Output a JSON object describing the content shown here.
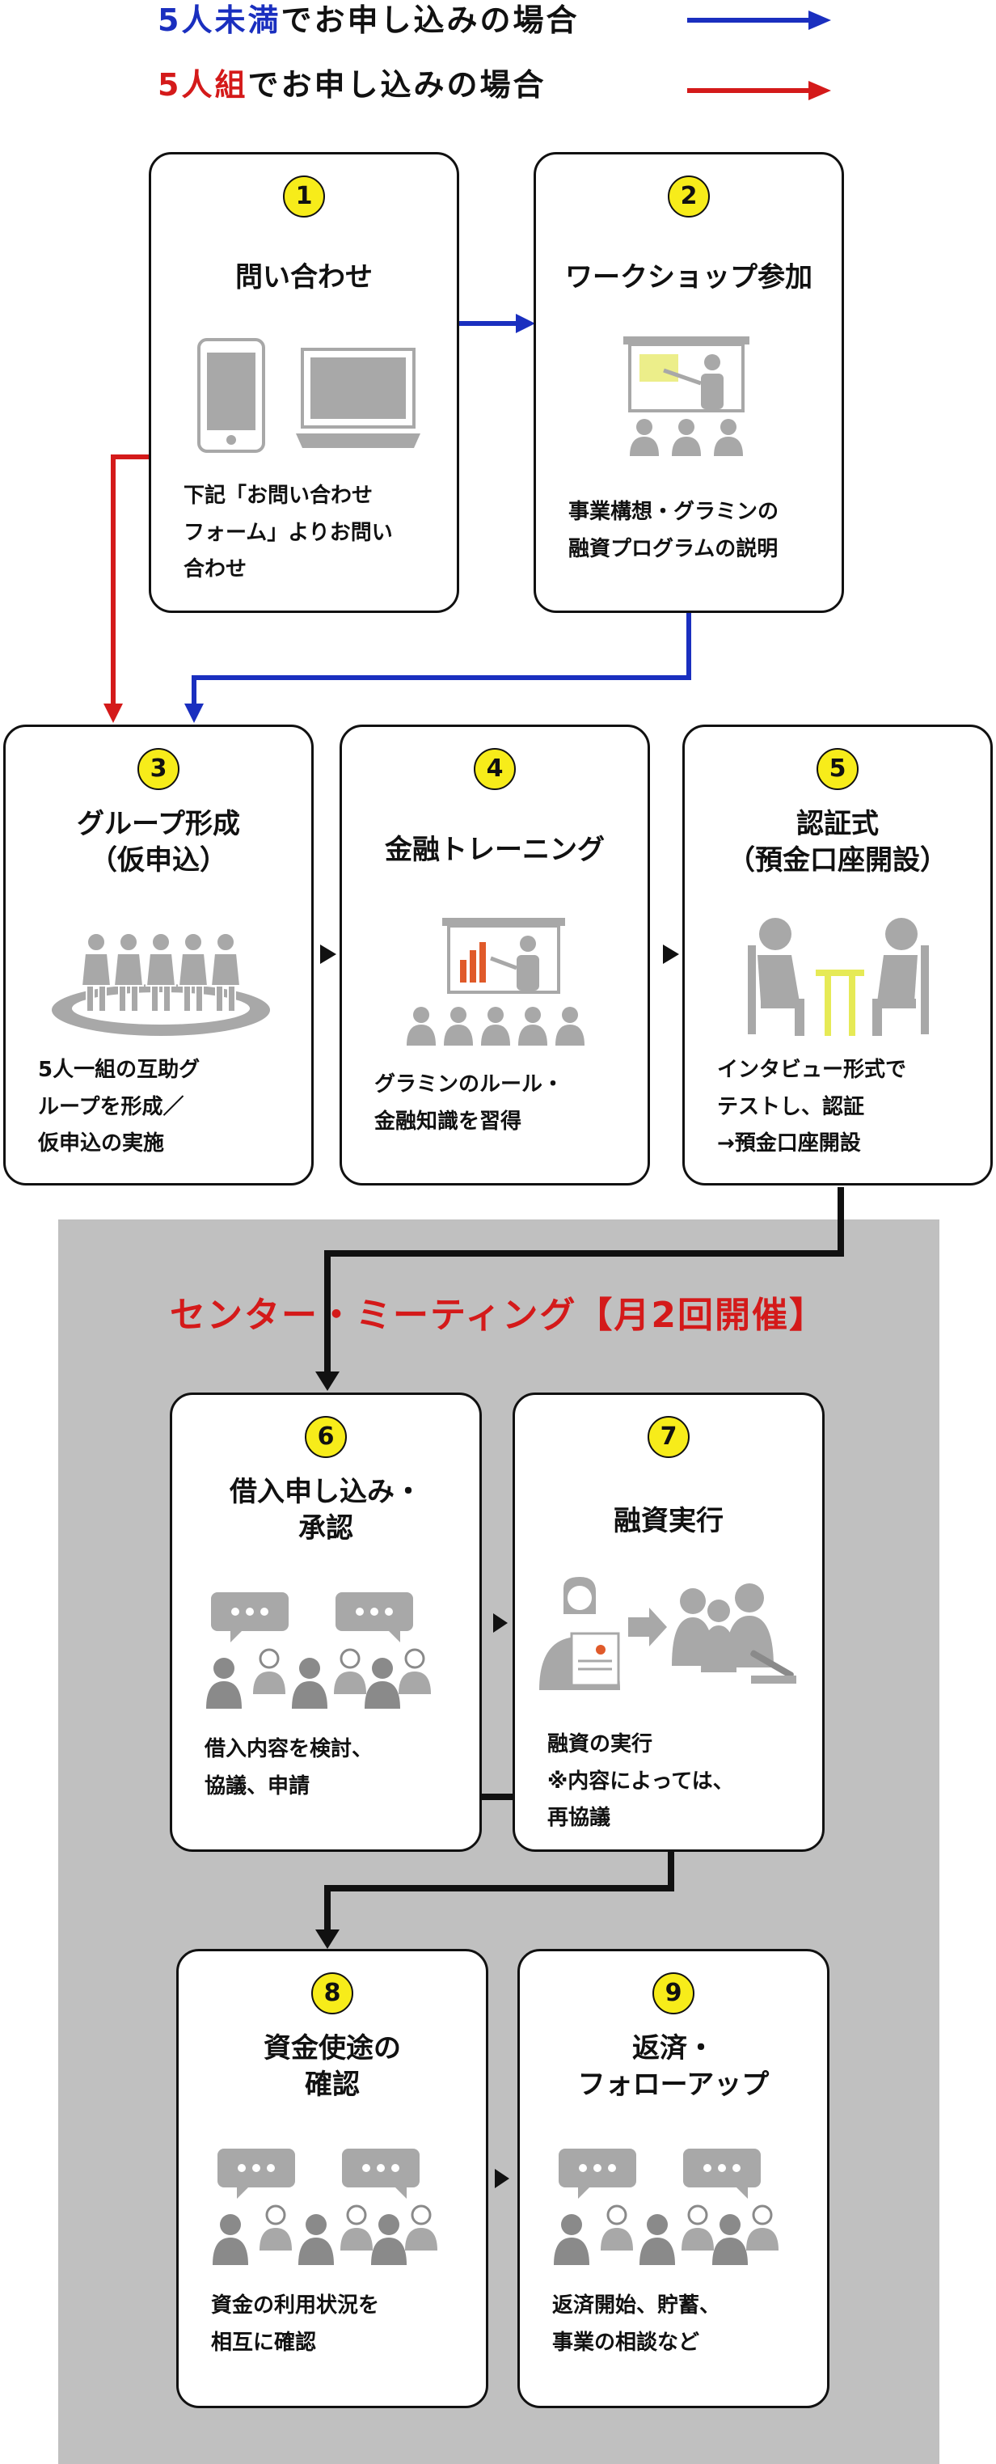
{
  "legend": {
    "blue": {
      "highlight": "5人未満",
      "rest": "でお申し込みの場合",
      "color": "#1a2fbf"
    },
    "red": {
      "highlight": "5人組",
      "rest": "でお申し込みの場合",
      "color": "#d41a1a"
    }
  },
  "center_meeting_title": "センター・ミーティング【月2回開催】",
  "steps": [
    {
      "num": "1",
      "title": "問い合わせ",
      "desc": "下記「お問い合わせ\nフォーム」よりお問い\n合わせ",
      "icon": "devices-icon"
    },
    {
      "num": "2",
      "title": "ワークショップ参加",
      "desc": "事業構想・グラミンの\n融資プログラムの説明",
      "icon": "presentation-icon"
    },
    {
      "num": "3",
      "title": "グループ形成\n（仮申込）",
      "desc": "5人一組の互助グ\nループを形成／\n仮申込の実施",
      "icon": "group-circle-icon"
    },
    {
      "num": "4",
      "title": "金融トレーニング",
      "desc": "グラミンのルール・\n金融知識を習得",
      "icon": "training-icon"
    },
    {
      "num": "5",
      "title": "認証式\n（預金口座開設）",
      "desc": "インタビュー形式で\nテストし、認証\n→預金口座開設",
      "icon": "interview-icon"
    },
    {
      "num": "6",
      "title": "借入申し込み・\n承認",
      "desc": "借入内容を検討、\n協議、申請",
      "icon": "discussion-icon"
    },
    {
      "num": "7",
      "title": "融資実行",
      "desc": "融資の実行\n※内容によっては、\n再協議",
      "icon": "loan-execution-icon"
    },
    {
      "num": "8",
      "title": "資金使途の\n確認",
      "desc": "資金の利用状況を\n相互に確認",
      "icon": "discussion-icon"
    },
    {
      "num": "9",
      "title": "返済・\nフォローアップ",
      "desc": "返済開始、貯蓄、\n事業の相談など",
      "icon": "discussion-icon"
    }
  ],
  "colors": {
    "blue_arrow": "#1a2fbf",
    "red_arrow": "#d41a1a",
    "badge": "#f7ec1a",
    "icon_gray": "#a8a8a8",
    "panel_gray": "#c0c0c0"
  }
}
